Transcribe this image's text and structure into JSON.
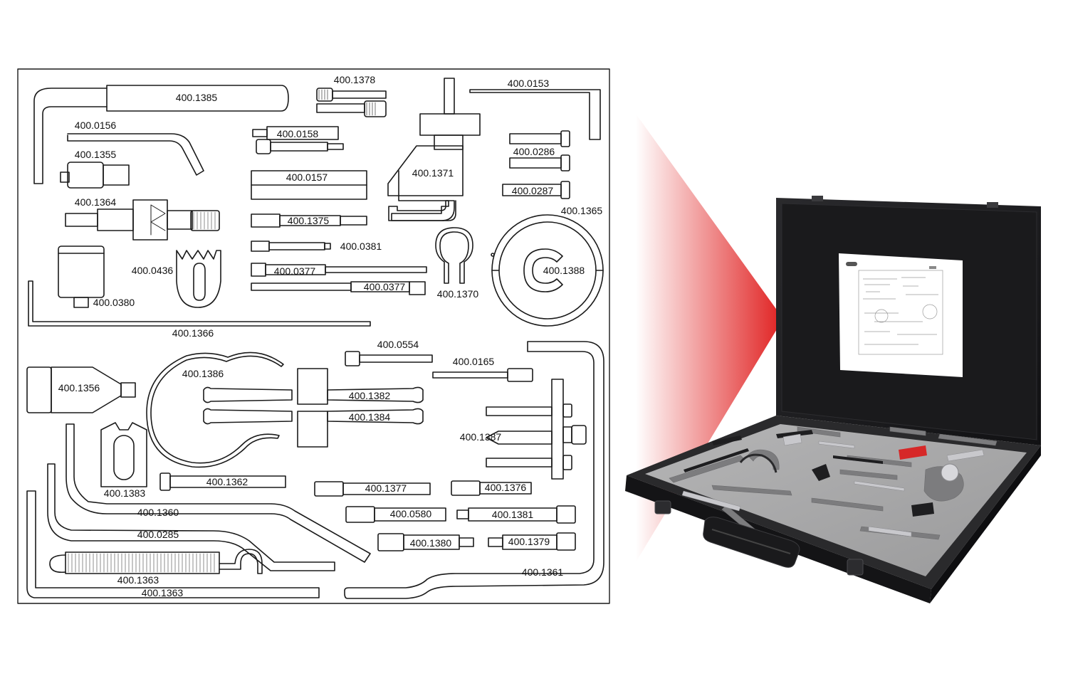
{
  "diagram": {
    "part_numbers": {
      "p1385": "400.1385",
      "p1378": "400.1378",
      "p0153": "400.0153",
      "p0156": "400.0156",
      "p0158": "400.0158",
      "p1355": "400.1355",
      "p0286": "400.0286",
      "p0157": "400.0157",
      "p1371": "400.1371",
      "p0287": "400.0287",
      "p1364": "400.1364",
      "p1365": "400.1365",
      "p1375": "400.1375",
      "p0381": "400.0381",
      "p0436": "400.0436",
      "p0377a": "400.0377",
      "p0377b": "400.0377",
      "p1388": "400.1388",
      "p1370": "400.1370",
      "p0380": "400.0380",
      "p1366": "400.1366",
      "p0554": "400.0554",
      "p0165": "400.0165",
      "p1386": "400.1386",
      "p1356": "400.1356",
      "p1382": "400.1382",
      "p1384": "400.1384",
      "p1387": "400.1387",
      "p1362": "400.1362",
      "p1383": "400.1383",
      "p1377": "400.1377",
      "p1376": "400.1376",
      "p1360": "400.1360",
      "p0580": "400.0580",
      "p1381": "400.1381",
      "p0285": "400.0285",
      "p1380": "400.1380",
      "p1379": "400.1379",
      "p1361": "400.1361",
      "p1363a": "400.1363",
      "p1363b": "400.1363"
    }
  },
  "colors": {
    "outline": "#1a1a1a",
    "arrow_red": "#e02020",
    "case_black": "#1c1c1e",
    "foam_grey": "#a9a9aa"
  },
  "icons": [
    "red-arrow-icon",
    "tool-case-photo"
  ]
}
